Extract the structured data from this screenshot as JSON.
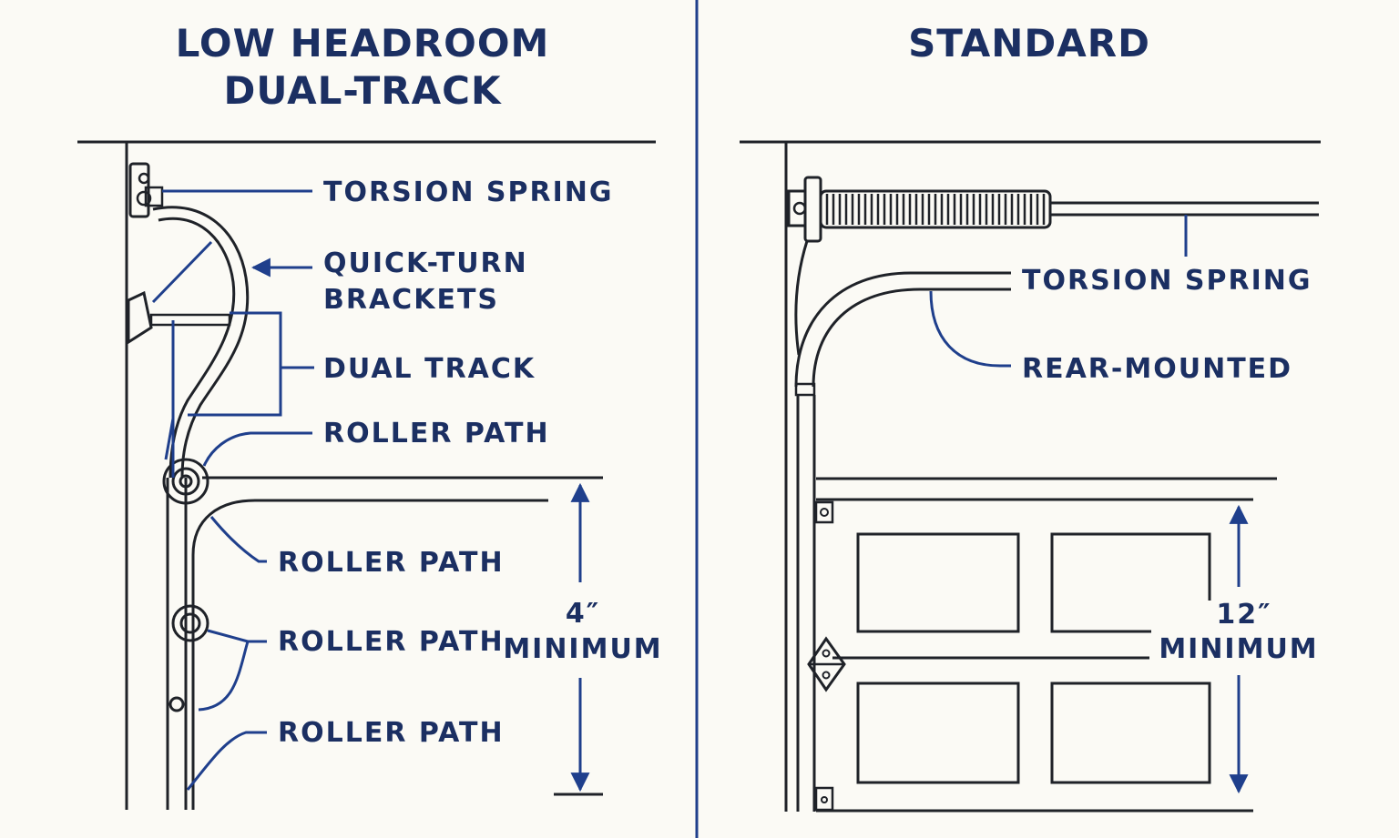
{
  "colors": {
    "background": "#fbfaf5",
    "ink": "#1f2228",
    "accent": "#1f3f8c",
    "title": "#1b2f62"
  },
  "left_panel": {
    "title_line1": "LOW HEADROOM",
    "title_line2": "DUAL-TRACK",
    "labels": {
      "torsion_spring": "TORSION SPRING",
      "quick_turn_line1": "QUICK-TURN",
      "quick_turn_line2": "BRACKETS",
      "dual_track": "DUAL TRACK",
      "roller_path_1": "ROLLER PATH",
      "roller_path_2": "ROLLER PATH",
      "roller_path_3": "ROLLER PATH",
      "roller_path_4": "ROLLER PATH"
    },
    "clearance_value": "4″",
    "clearance_label": "MINIMUM"
  },
  "right_panel": {
    "title": "STANDARD",
    "labels": {
      "torsion_spring": "TORSION SPRING",
      "rear_mounted": "REAR-MOUNTED"
    },
    "clearance_value": "12″",
    "clearance_label": "MINIMUM"
  }
}
